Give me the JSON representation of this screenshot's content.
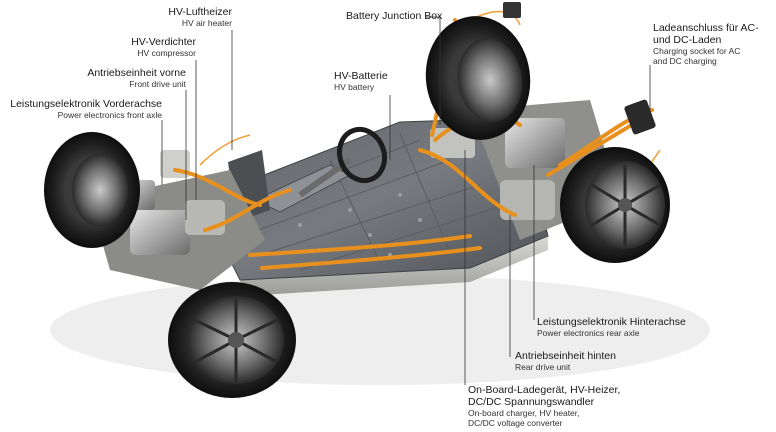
{
  "labels": {
    "hv_luftheizer": {
      "de": "HV-Luftheizer",
      "en": "HV air heater"
    },
    "hv_verdichter": {
      "de": "HV-Verdichter",
      "en": "HV compressor"
    },
    "antrieb_vorne": {
      "de": "Antriebseinheit vorne",
      "en": "Front drive unit"
    },
    "le_vorderachse": {
      "de": "Leistungselektronik Vorderachse",
      "en": "Power electronics front axle"
    },
    "junction_box": {
      "de": "Battery Junction Box",
      "en": ""
    },
    "hv_batterie": {
      "de": "HV-Batterie",
      "en": "HV battery"
    },
    "ladeanschluss": {
      "de1": "Ladeanschluss für AC-",
      "de2": "und DC-Laden",
      "en1": "Charging socket for AC",
      "en2": "and DC charging"
    },
    "le_hinterachse": {
      "de": "Leistungselektronik Hinterachse",
      "en": "Power electronics rear axle"
    },
    "antrieb_hinten": {
      "de": "Antriebseinheit hinten",
      "en": "Rear drive unit"
    },
    "onboard": {
      "de1": "On-Board-Ladegerät, HV-Heizer,",
      "de2": "DC/DC Spannungswandler",
      "en1": "On-board charger, HV heater,",
      "en2": "DC/DC voltage converter"
    }
  },
  "colors": {
    "cable_orange": "#e8901e",
    "battery_grey": "#6e7276",
    "leader_line": "#333333"
  }
}
